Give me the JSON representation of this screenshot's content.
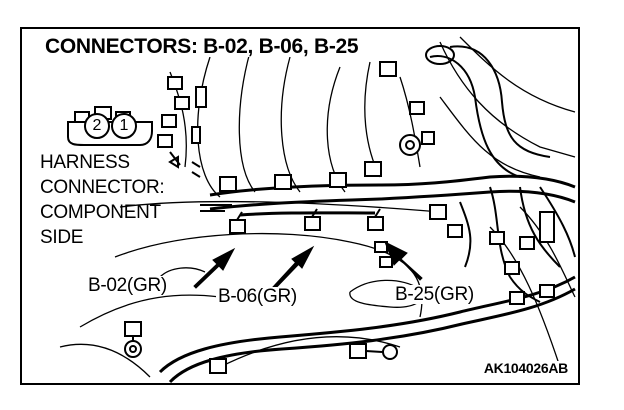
{
  "title": "CONNECTORS: B-02, B-06, B-25",
  "harness_label": {
    "line1": "HARNESS",
    "line2": "CONNECTOR:",
    "line3": "COMPONENT",
    "line4": "SIDE"
  },
  "pins": {
    "pin2": "2",
    "pin1": "1"
  },
  "connectors": [
    {
      "label": "B-02(GR)"
    },
    {
      "label": "B-06(GR)"
    },
    {
      "label": "B-25(GR)"
    }
  ],
  "figure_code": "AK104026AB"
}
